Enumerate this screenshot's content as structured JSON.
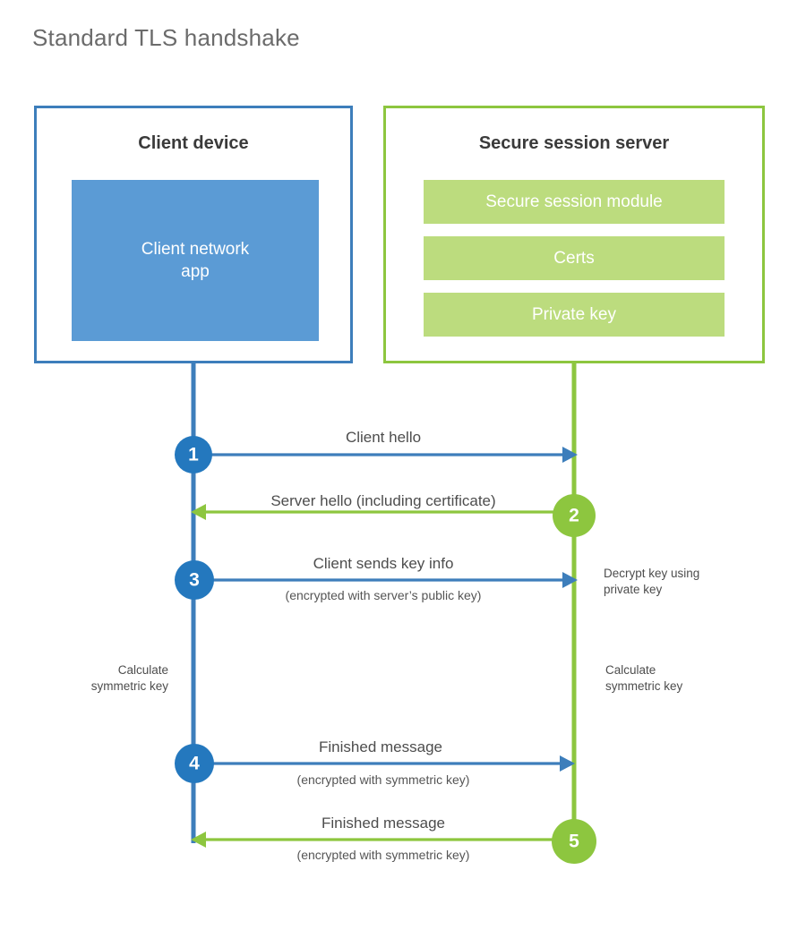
{
  "title": "Standard TLS handshake",
  "colors": {
    "client_border": "#3d7ebb",
    "client_fill": "#5b9bd5",
    "client_circle": "#2478be",
    "server_border": "#8dc63f",
    "server_fill": "#bcdc7e",
    "server_circle": "#8dc63f",
    "title_text": "#6b6b6b",
    "label_text": "#4d4d4d",
    "background": "#ffffff"
  },
  "nodes": {
    "client": {
      "title": "Client device",
      "blocks": [
        "Client network\napp"
      ]
    },
    "server": {
      "title": "Secure session server",
      "blocks": [
        "Secure session module",
        "Certs",
        "Private key"
      ]
    }
  },
  "steps": [
    {
      "number": "1",
      "label": "Client hello",
      "sub": "",
      "direction": "client-to-server",
      "side": "client"
    },
    {
      "number": "2",
      "label": "Server hello (including certificate)",
      "sub": "",
      "direction": "server-to-client",
      "side": "server"
    },
    {
      "number": "3",
      "label": "Client sends key info",
      "sub": "(encrypted with server’s public key)",
      "direction": "client-to-server",
      "side": "client"
    },
    {
      "number": "4",
      "label": "Finished message",
      "sub": "(encrypted with symmetric key)",
      "direction": "client-to-server",
      "side": "client"
    },
    {
      "number": "5",
      "label": "Finished message",
      "sub": "(encrypted with symmetric key)",
      "direction": "server-to-client",
      "side": "server"
    }
  ],
  "notes": {
    "decrypt_key": "Decrypt key using\nprivate key",
    "calculate_left": "Calculate\nsymmetric key",
    "calculate_right": "Calculate\nsymmetric key"
  }
}
